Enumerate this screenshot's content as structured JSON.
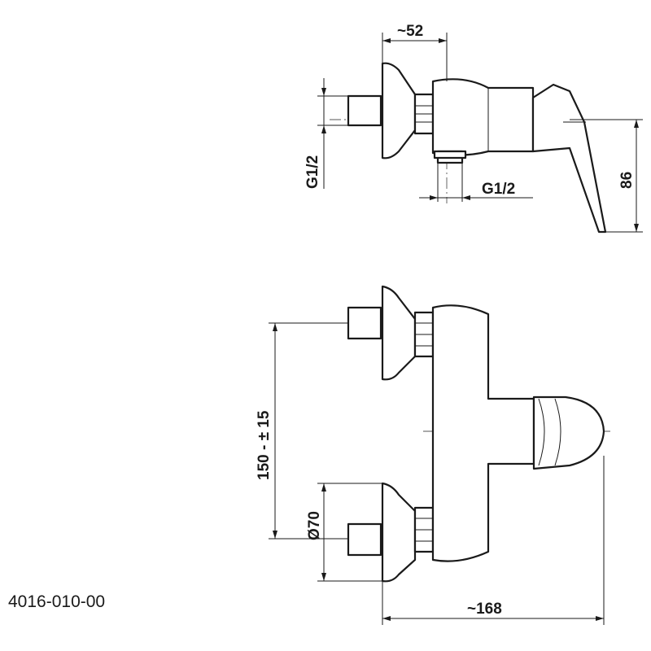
{
  "drawing": {
    "product_code": "4016-010-00",
    "side_view": {
      "depth_label": "~52",
      "inlet_thread_label": "G1/2",
      "outlet_thread_label": "G1/2",
      "height_label": "86"
    },
    "front_view": {
      "inlet_spacing_label": "150 - ± 15",
      "escutcheon_diameter_label": "Ø70",
      "width_label": "~168"
    }
  }
}
